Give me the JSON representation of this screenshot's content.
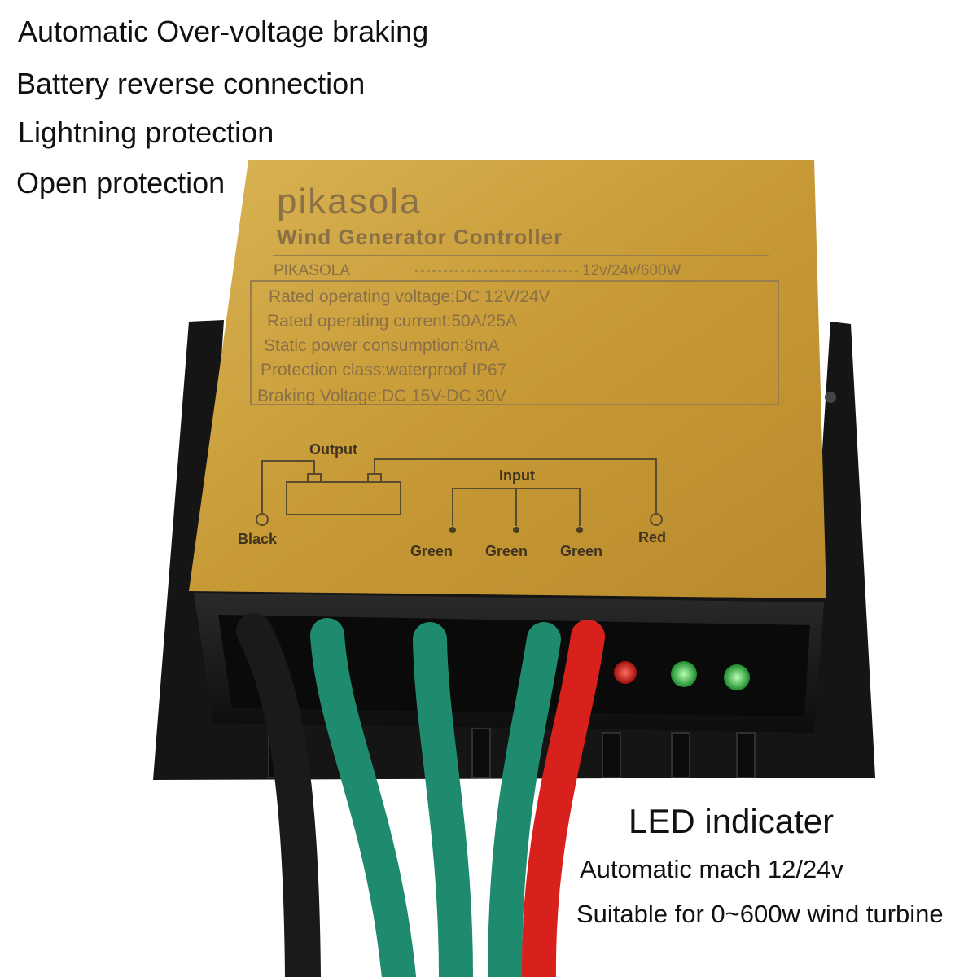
{
  "features": [
    "Automatic Over-voltage braking",
    "Battery reverse connection",
    "Lightning protection",
    "Open protection"
  ],
  "label": {
    "brand": "pikasola",
    "product": "Wind Generator Controller",
    "model_name": "PIKASOLA",
    "model_spec": "12v/24v/600W",
    "specs": [
      "Rated operating voltage:DC 12V/24V",
      "Rated operating current:50A/25A",
      "Static power consumption:8mA",
      "Protection class:waterproof IP67",
      "Braking Voltage:DC 15V-DC 30V"
    ],
    "diagram": {
      "output": "Output",
      "input": "Input",
      "black": "Black",
      "red": "Red",
      "green": [
        "Green",
        "Green",
        "Green"
      ]
    }
  },
  "callouts": {
    "led_title": "LED indicater",
    "auto_match": "Automatic mach 12/24v",
    "suitable": "Suitable for 0~600w wind turbine"
  },
  "colors": {
    "label_gold": "#c9a23e",
    "housing": "#161616",
    "wire_green": "#1e8a6e",
    "wire_red": "#d8201c",
    "wire_black": "#1a1a1a",
    "led_red": "#e02020",
    "led_green": "#3ccf4a"
  }
}
